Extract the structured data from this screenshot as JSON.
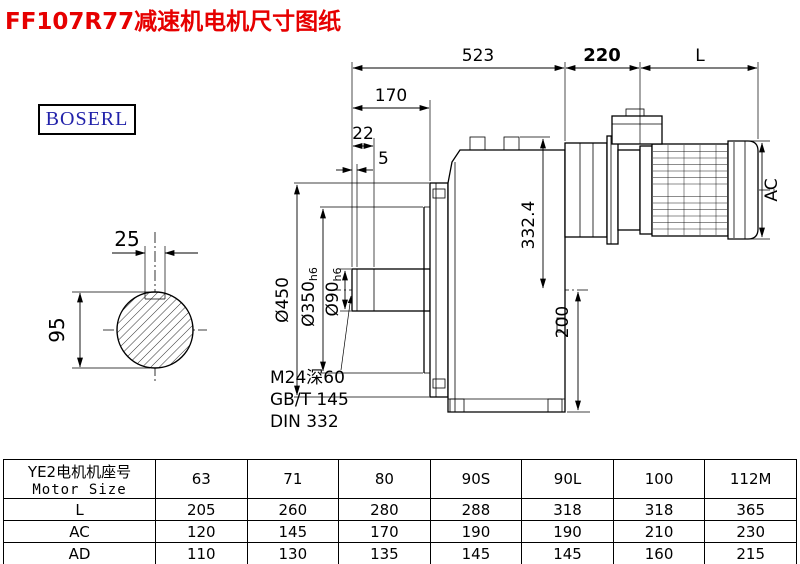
{
  "title": "FF107R77减速机电机尺寸图纸",
  "logo": "BOSERL",
  "colors": {
    "title": "#e60000",
    "logo_text": "#2222aa",
    "line": "#000000",
    "background": "#ffffff"
  },
  "drawing": {
    "dims": {
      "overall": "523",
      "adapter": "220",
      "motor_len": "L",
      "d170": "170",
      "d22": "22",
      "d5": "5",
      "key_width": "25",
      "shaft_dia": "95",
      "flange_od": "Ø450",
      "spigot": "Ø350",
      "spigot_tol": "h6",
      "hub": "Ø90",
      "hub_tol": "h6",
      "height_top": "332.4",
      "height_bottom": "200",
      "motor_ac": "AC"
    },
    "notes": [
      "M24深60",
      "GB/T 145",
      "DIN 332"
    ]
  },
  "table": {
    "header": {
      "line1": "YE2电机机座号",
      "line2": "Motor Size"
    },
    "sizes": [
      "63",
      "71",
      "80",
      "90S",
      "90L",
      "100",
      "112M"
    ],
    "rows": [
      {
        "label": "L",
        "values": [
          "205",
          "260",
          "280",
          "288",
          "318",
          "318",
          "365"
        ]
      },
      {
        "label": "AC",
        "values": [
          "120",
          "145",
          "170",
          "190",
          "190",
          "210",
          "230"
        ]
      },
      {
        "label": "AD",
        "values": [
          "110",
          "130",
          "135",
          "145",
          "145",
          "160",
          "215"
        ]
      }
    ]
  }
}
